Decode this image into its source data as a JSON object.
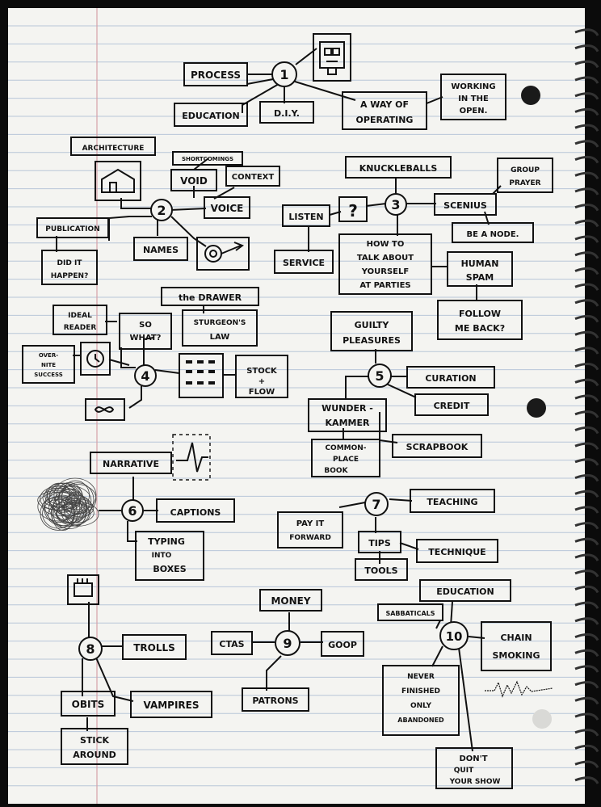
{
  "nodes": {
    "n1": "1",
    "n2": "2",
    "n3": "3",
    "n4": "4",
    "n5": "5",
    "n6": "6",
    "n7": "7",
    "n8": "8",
    "n9": "9",
    "n10": "10"
  },
  "labels": {
    "process": "PROCESS",
    "education1": "EDUCATION",
    "diy": "D.I.Y.",
    "way1": "A WAY OF",
    "way2": "OPERATING",
    "open1": "WORKING",
    "open2": "IN THE",
    "open3": "OPEN.",
    "architecture": "ARCHITECTURE",
    "shortcomings": "SHORTCOMINGS",
    "void": "VOID",
    "context": "CONTEXT",
    "voice": "VOICE",
    "publication": "PUBLICATION",
    "didit1": "DID IT",
    "didit2": "HAPPEN?",
    "names": "NAMES",
    "knuckleballs": "KNUCKLEBALLS",
    "group1": "GROUP",
    "group2": "PRAYER",
    "listen": "LISTEN",
    "question": "?",
    "scenius": "SCENIUS",
    "benode": "BE A NODE.",
    "service": "SERVICE",
    "talk1": "HOW TO",
    "talk2": "TALK ABOUT",
    "talk3": "YOURSELF",
    "talk4": "AT PARTIES",
    "spam1": "HUMAN",
    "spam2": "SPAM",
    "follow1": "FOLLOW",
    "follow2": "ME BACK?",
    "drawer": "the DRAWER",
    "ideal1": "IDEAL",
    "ideal2": "READER",
    "sowhat1": "SO",
    "sowhat2": "WHAT?",
    "sturgeon1": "STURGEON'S",
    "sturgeon2": "LAW",
    "overnite1": "OVER-",
    "overnite2": "NITE",
    "overnite3": "SUCCESS",
    "stock1": "STOCK",
    "stock2": "+",
    "stock3": "FLOW",
    "guilty1": "GUILTY",
    "guilty2": "PLEASURES",
    "curation": "CURATION",
    "credit": "CREDIT",
    "wunder1": "WUNDER -",
    "wunder2": "KAMMER",
    "scrapbook": "SCRAPBOOK",
    "common1": "COMMON-",
    "common2": "PLACE",
    "common3": "BOOK",
    "narrative": "NARRATIVE",
    "captions": "CAPTIONS",
    "typing1": "TYPING",
    "typing2": "INTO",
    "typing3": "BOXES",
    "teaching": "TEACHING",
    "pay1": "PAY IT",
    "pay2": "FORWARD",
    "tips": "TIPS",
    "technique": "TECHNIQUE",
    "tools": "TOOLS",
    "trolls": "TROLLS",
    "obits": "OBITS",
    "vampires": "VAMPIRES",
    "stick1": "STICK",
    "stick2": "AROUND",
    "money": "MONEY",
    "ctas": "CTAS",
    "goop": "GOOP",
    "patrons": "PATRONS",
    "education2": "EDUCATION",
    "sabbaticals": "SABBATICALS",
    "chain1": "CHAIN",
    "chain2": "SMOKING",
    "never1": "NEVER",
    "never2": "FINISHED",
    "never3": "ONLY",
    "never4": "ABANDONED",
    "dont1": "DON'T",
    "dont2": "QUIT",
    "dont3": "YOUR SHOW"
  },
  "colors": {
    "paper": "#f4f4f1",
    "rule": "#b8c6d8",
    "margin": "#d7a0a8",
    "ink": "#111111",
    "background": "#0b0b0b"
  }
}
